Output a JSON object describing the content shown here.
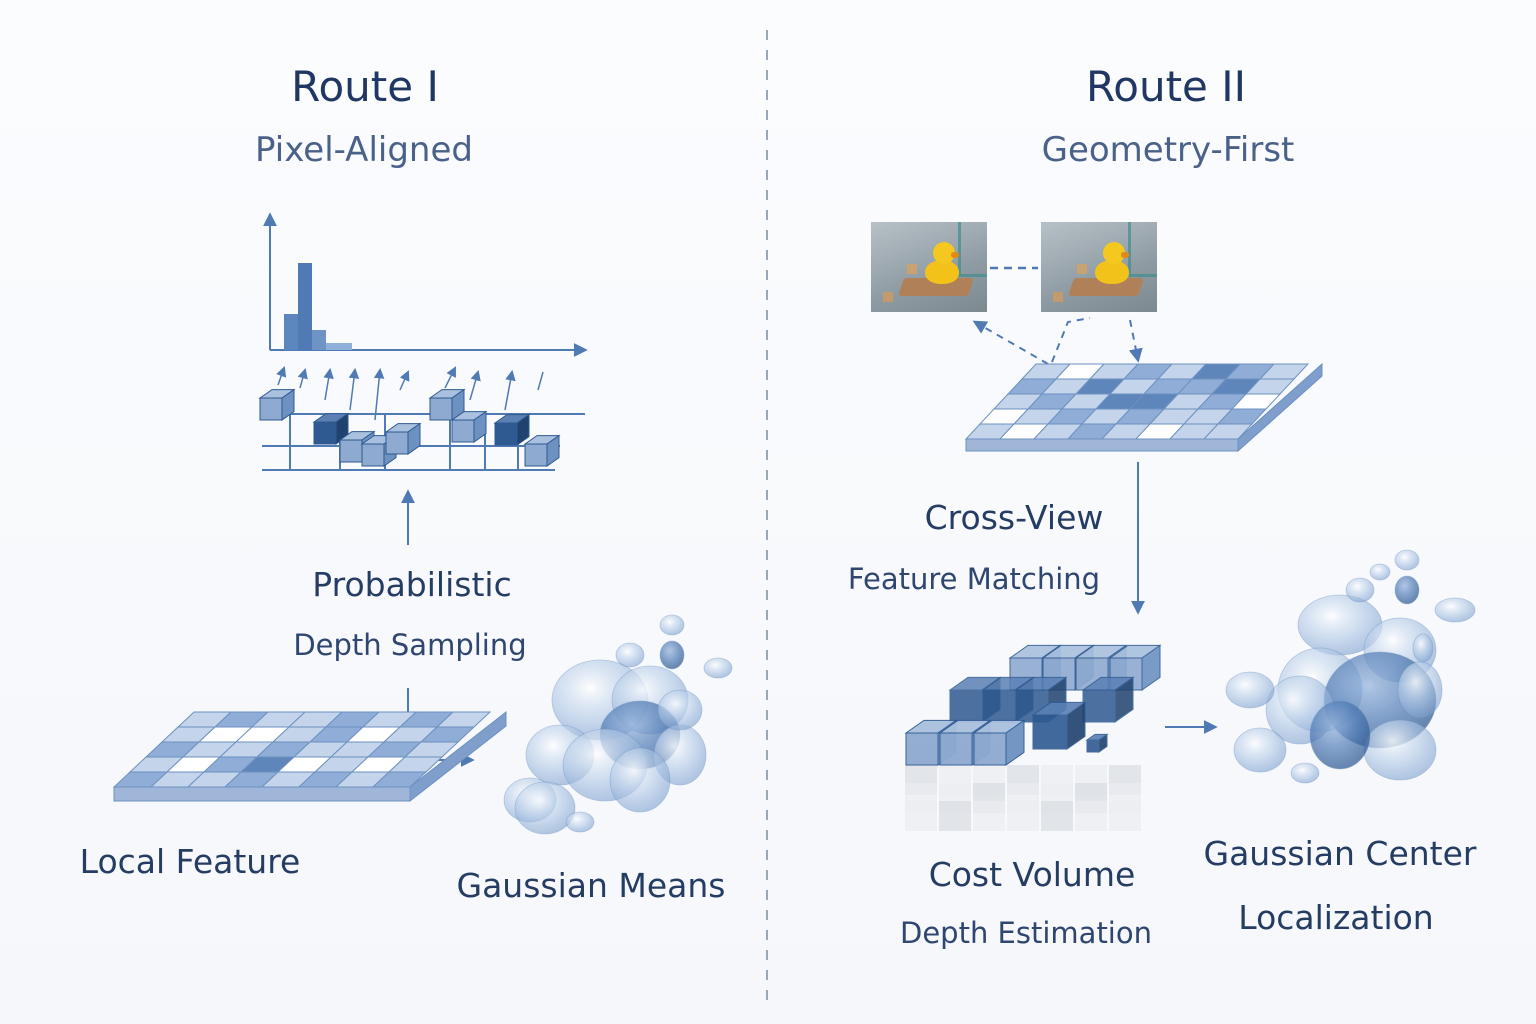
{
  "route1": {
    "title": "Route I",
    "subtitle": "Pixel-Aligned",
    "sampling_label_line1": "Probabilistic",
    "sampling_label_line2": "Depth Sampling",
    "feature_label": "Local Feature",
    "means_label": "Gaussian Means"
  },
  "route2": {
    "title": "Route II",
    "subtitle": "Geometry-First",
    "matching_label_line1": "Cross-View",
    "matching_label_line2": "Feature Matching",
    "cost_label": "Cost Volume",
    "cost_sublabel": "Depth Estimation",
    "center_label_line1": "Gaussian Center",
    "center_label_line2": "Localization"
  },
  "colors": {
    "accent": "#4f7ab3",
    "dark_blue": "#2f5a91",
    "light_blue": "#c7d5e8",
    "title": "#1f3762",
    "divider": "#9aa7b8"
  },
  "icons": [
    "depth-histogram-icon",
    "duck-photo-thumbnail",
    "feature-grid-icon",
    "cost-volume-icon",
    "gaussian-cluster-icon"
  ]
}
